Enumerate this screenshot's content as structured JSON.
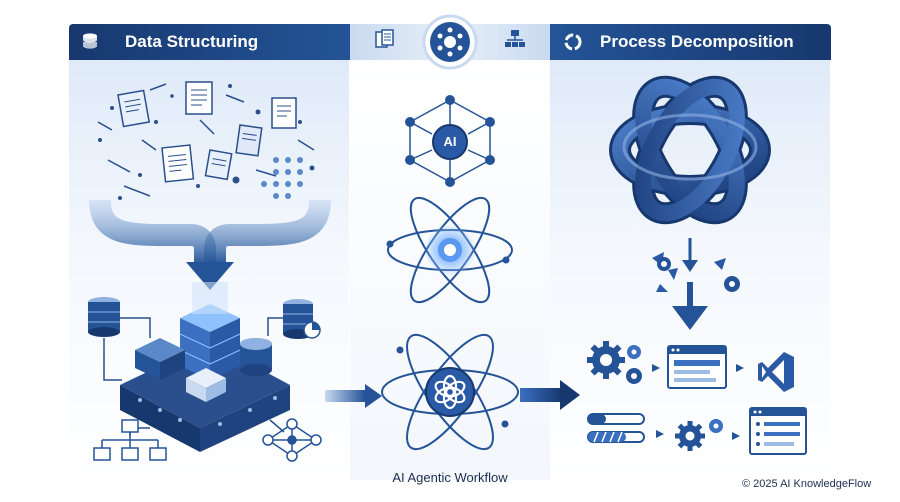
{
  "headers": {
    "left": "Data Structuring",
    "right": "Process Decomposition"
  },
  "center": {
    "ai_badge": "AI",
    "caption": "AI Agentic Workflow"
  },
  "footer": {
    "copyright": "© 2025 AI KnowledgeFlow"
  },
  "colors": {
    "navy": "#17386f",
    "blue": "#245497",
    "mid_blue": "#3b6fc0",
    "light_blue": "#9dbde6",
    "pale": "#dfeaf8"
  },
  "icons": [
    "database-icon",
    "document-icon",
    "network-icon",
    "hub-icon",
    "process-ring-icon",
    "gear-icon",
    "vscode-icon",
    "openai-icon",
    "atom-icon"
  ]
}
